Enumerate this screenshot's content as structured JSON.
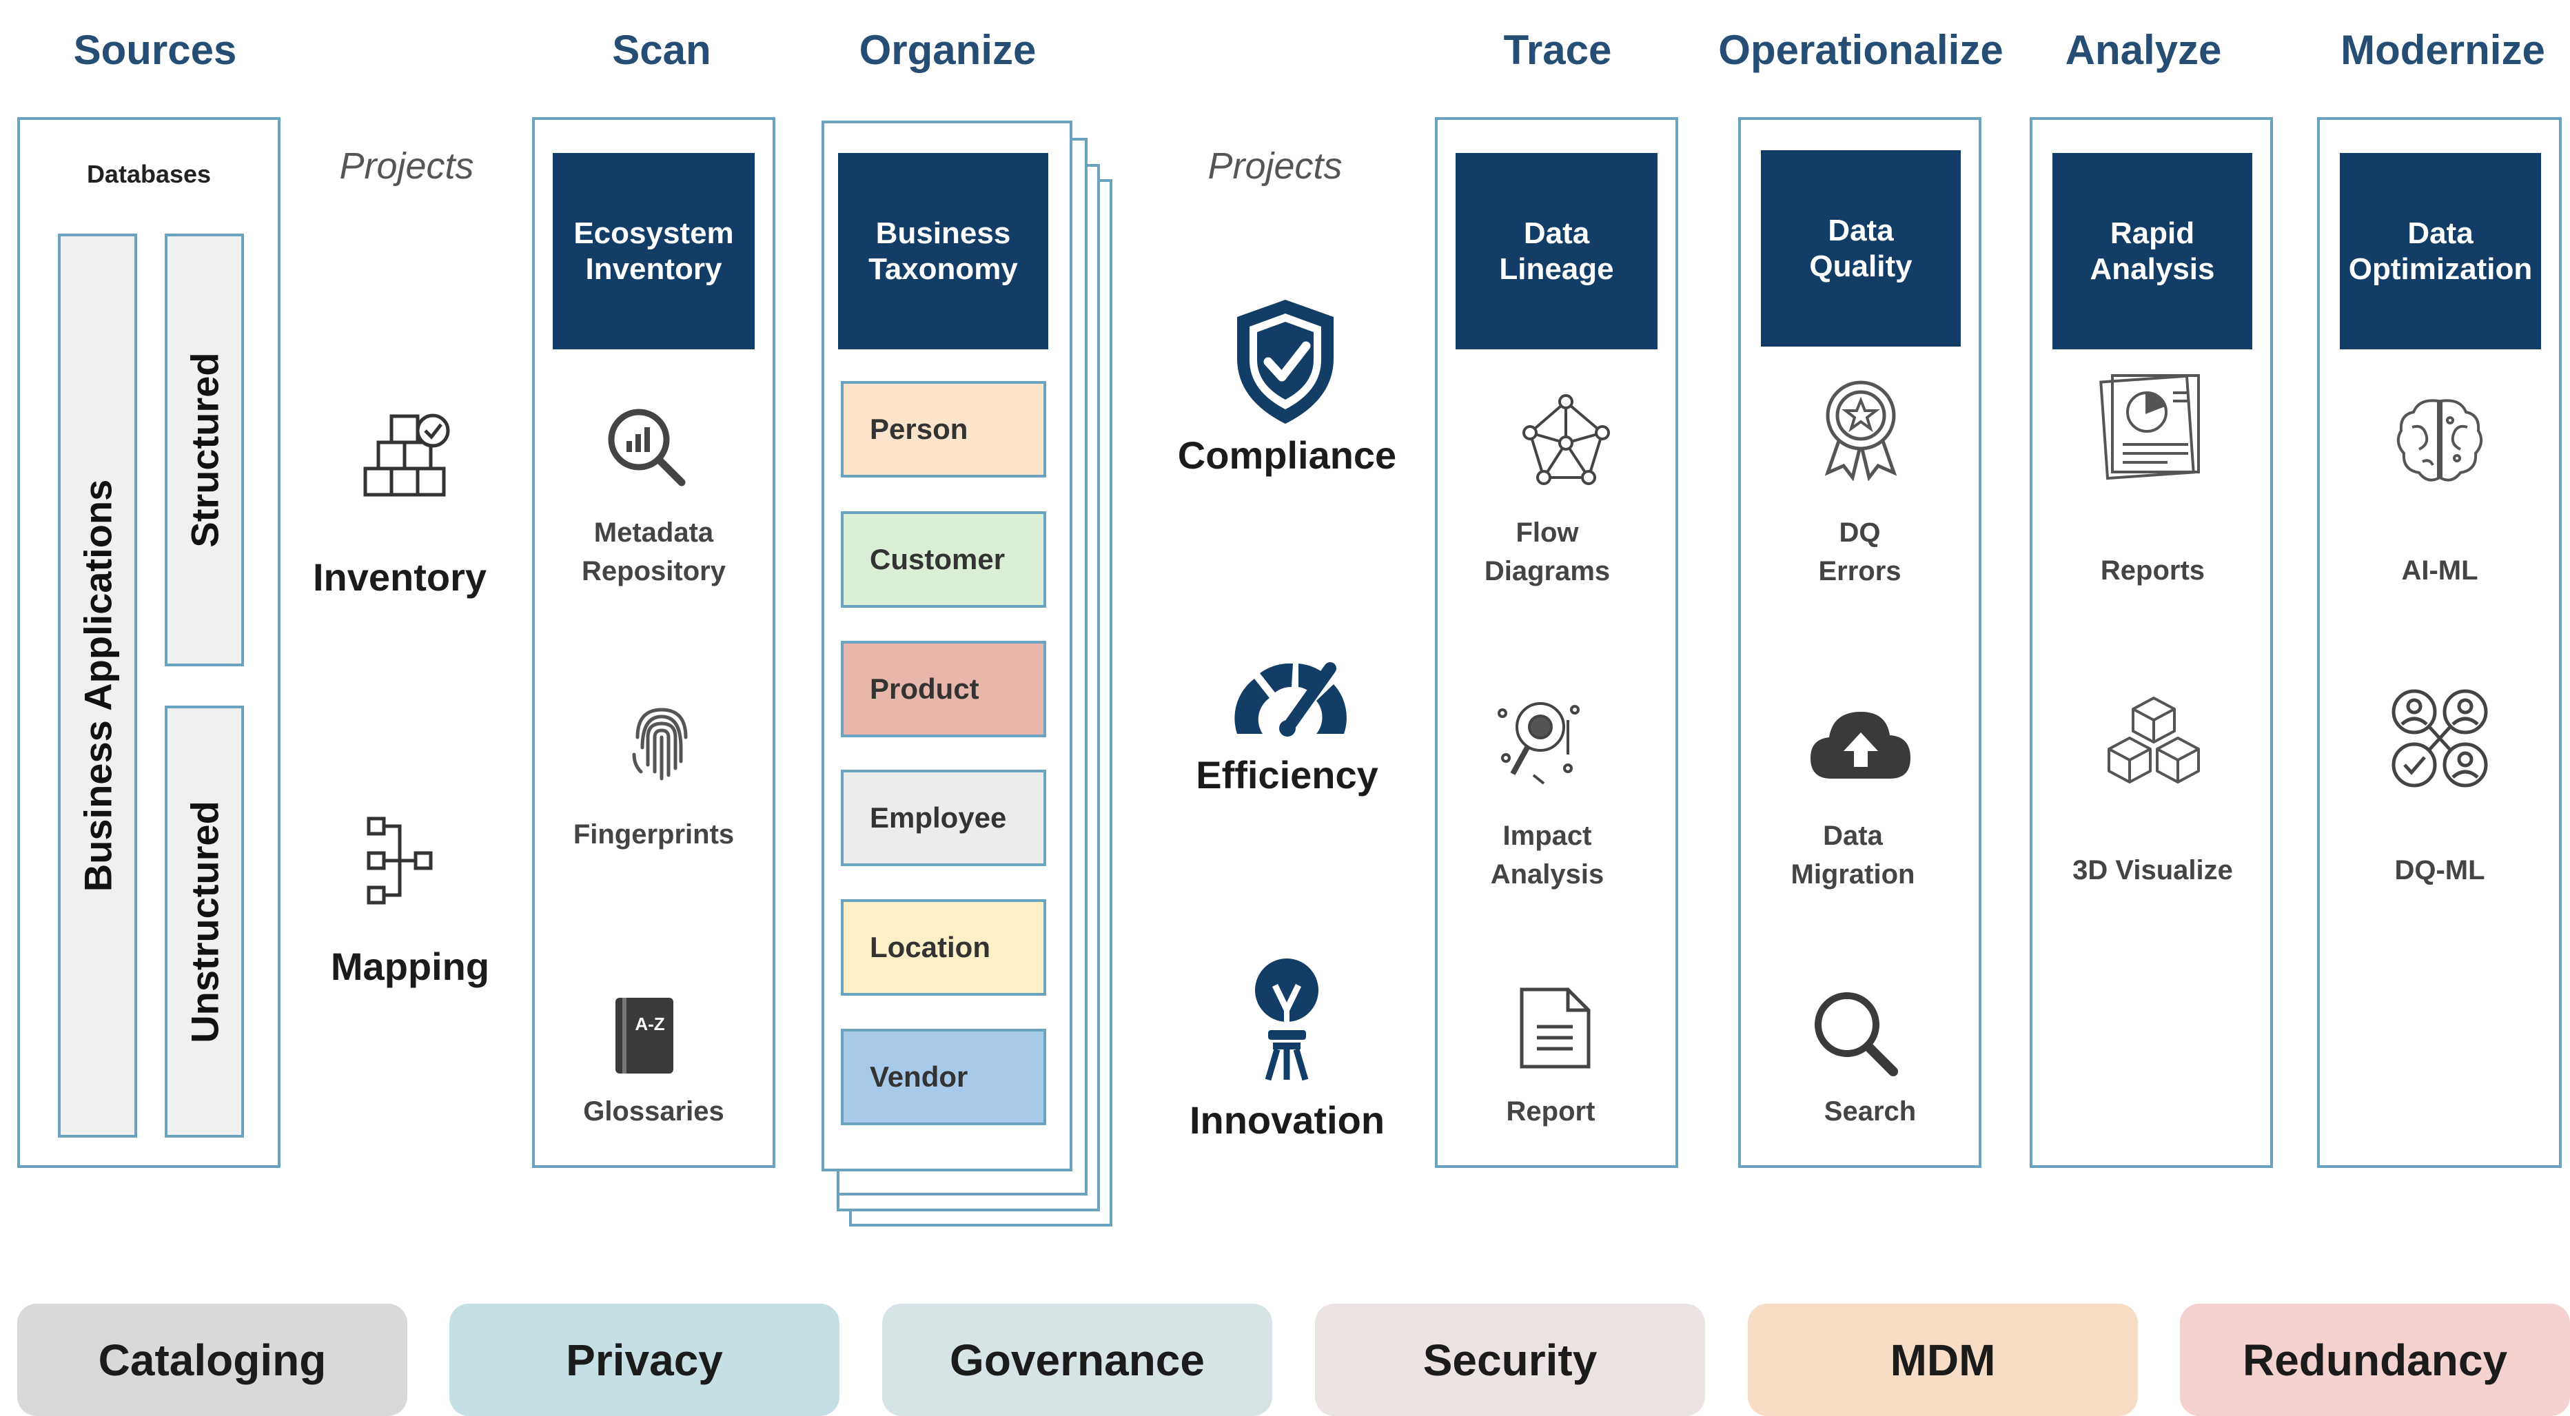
{
  "headers": {
    "sources": "Sources",
    "scan": "Scan",
    "organize": "Organize",
    "trace": "Trace",
    "operationalize": "Operationalize",
    "analyze": "Analyze",
    "modernize": "Modernize"
  },
  "projects_label": "Projects",
  "sources": {
    "databases": "Databases",
    "business_applications": "Business Applications",
    "structured": "Structured",
    "unstructured": "Unstructured"
  },
  "left_projects": {
    "inventory": "Inventory",
    "mapping": "Mapping"
  },
  "scan": {
    "title_line1": "Ecosystem",
    "title_line2": "Inventory",
    "items": [
      {
        "line1": "Metadata",
        "line2": "Repository",
        "icon": "metadata-search-icon"
      },
      {
        "line1": "Fingerprints",
        "line2": "",
        "icon": "fingerprint-icon"
      },
      {
        "line1": "Glossaries",
        "line2": "",
        "icon": "glossary-book-icon"
      }
    ]
  },
  "organize": {
    "title_line1": "Business",
    "title_line2": "Taxonomy",
    "items": [
      {
        "label": "Person",
        "color": "#fbe3cc"
      },
      {
        "label": "Customer",
        "color": "#dbefd6"
      },
      {
        "label": "Product",
        "color": "#e8b7ac"
      },
      {
        "label": "Employee",
        "color": "#ececec"
      },
      {
        "label": "Location",
        "color": "#fdf0c6"
      },
      {
        "label": "Vendor",
        "color": "#a7c9ea"
      }
    ]
  },
  "middle_projects": {
    "compliance": "Compliance",
    "efficiency": "Efficiency",
    "innovation": "Innovation"
  },
  "trace": {
    "title_line1": "Data",
    "title_line2": "Lineage",
    "items": [
      {
        "line1": "Flow",
        "line2": "Diagrams",
        "icon": "flow-diagram-icon"
      },
      {
        "line1": "Impact",
        "line2": "Analysis",
        "icon": "impact-analysis-icon"
      },
      {
        "line1": "Report",
        "line2": "",
        "icon": "report-document-icon"
      }
    ]
  },
  "operationalize": {
    "title_line1": "Data",
    "title_line2": "Quality",
    "items": [
      {
        "line1": "DQ",
        "line2": "Errors",
        "icon": "award-badge-icon"
      },
      {
        "line1": "Data",
        "line2": "Migration",
        "icon": "cloud-upload-icon"
      },
      {
        "line1": "Search",
        "line2": "",
        "icon": "search-icon"
      }
    ]
  },
  "analyze": {
    "title_line1": "Rapid",
    "title_line2": "Analysis",
    "items": [
      {
        "line1": "Reports",
        "line2": "",
        "icon": "reports-chart-icon"
      },
      {
        "line1": "3D Visualize",
        "line2": "",
        "icon": "cubes-icon"
      }
    ]
  },
  "modernize": {
    "title_line1": "Data",
    "title_line2": "Optimization",
    "items": [
      {
        "line1": "AI-ML",
        "line2": "",
        "icon": "brain-icon"
      },
      {
        "line1": "DQ-ML",
        "line2": "",
        "icon": "people-network-icon"
      }
    ]
  },
  "bottom_pills": [
    {
      "label": "Cataloging",
      "color": "#d9d9d9"
    },
    {
      "label": "Privacy",
      "color": "#c5dfe5"
    },
    {
      "label": "Governance",
      "color": "#d7e4e6"
    },
    {
      "label": "Security",
      "color": "#ece4e2"
    },
    {
      "label": "MDM",
      "color": "#f7ddc5"
    },
    {
      "label": "Redundancy",
      "color": "#f5d2cf"
    }
  ],
  "colors": {
    "navy": "#123d66",
    "border": "#6aa3bf",
    "header": "#264d73"
  }
}
